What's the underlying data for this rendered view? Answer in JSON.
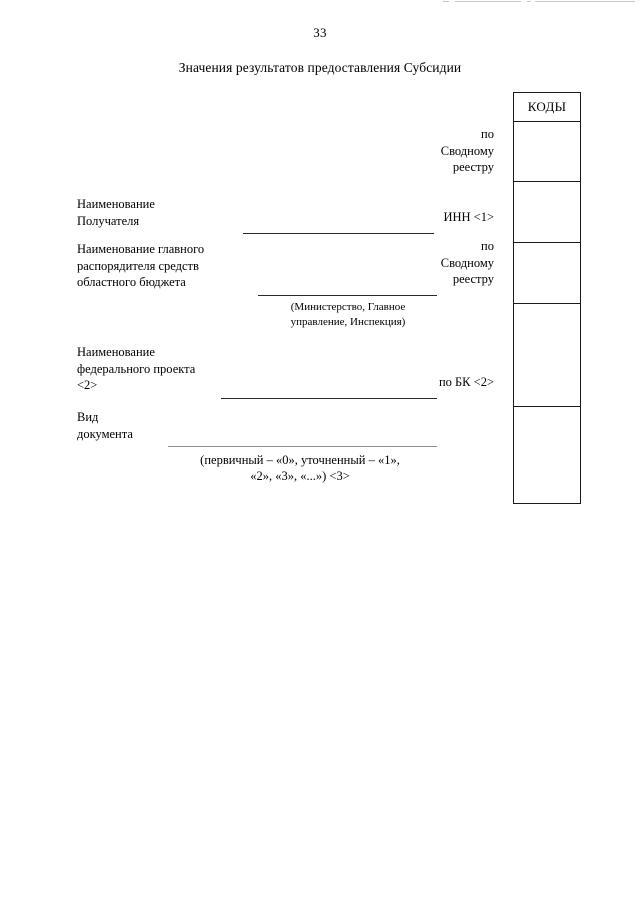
{
  "page": {
    "number": "33",
    "title": "Значения результатов предоставления Субсидии"
  },
  "codes_table": {
    "header": "КОДЫ",
    "rows": [
      "",
      "",
      "",
      "",
      ""
    ]
  },
  "fields": [
    {
      "label": "Наименование\nПолучателя",
      "code_caption": "по\nСводному\nреестру"
    },
    {
      "label": "Наименование главного\nраспорядителя средств\nобластного бюджета",
      "code_caption": "ИНН <1>"
    },
    {
      "label": "Наименование\nфедерального проекта\n<2>",
      "code_caption": "по\nСводному\nреестру"
    },
    {
      "label": "Вид\nдокумента",
      "code_caption": "по БК <2>"
    }
  ],
  "notes": {
    "agency_note": "(Министерство, Главное\nуправление, Инспекция)",
    "document_kind_note": "(первичный – «0», уточненный – «1»,\n«2», «3», «...») <3>"
  }
}
